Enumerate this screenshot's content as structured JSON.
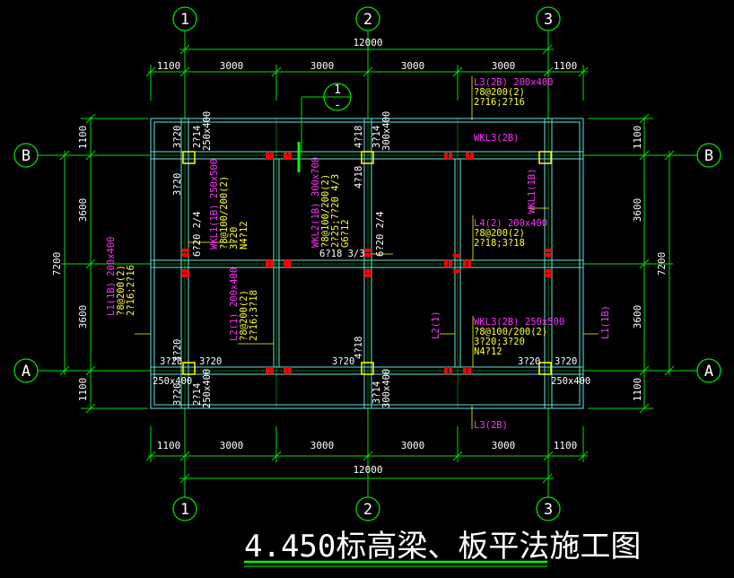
{
  "axes": {
    "top": [
      "1",
      "2",
      "3"
    ],
    "bottom": [
      "1",
      "2",
      "3"
    ],
    "left": [
      "B",
      "A"
    ],
    "right": [
      "B",
      "A"
    ]
  },
  "dims": {
    "total_horizontal": "12000",
    "horizontal_segments": [
      "1100",
      "3000",
      "3000",
      "3000",
      "3000",
      "1100"
    ],
    "total_vertical": "7200",
    "vertical_segments": [
      "1100",
      "3600",
      "3600",
      "1100"
    ]
  },
  "section_marker": {
    "number": "1",
    "sub": "-"
  },
  "beam_labels": {
    "l3_top": "L3(2B) 200x400",
    "l3_top_stir": "?8@200(2)",
    "l3_top_bars": "2?16;2?16",
    "wkl3_top": "WKL3(2B)",
    "wkl1_right": "WKL1(1B)",
    "l4": "L4(2) 200x400",
    "l4_stir": "?8@200(2)",
    "l4_bars": "2?18;3?18",
    "wkl3_mid": "WKL3(2B) 250x500",
    "wkl3_mid_stir": "?8@100/200(2)",
    "wkl3_mid_bars": "3?20;3?20",
    "wkl3_mid_n": "N4?12",
    "l2_right": "L2(1)",
    "l1_right": "L1(1B)",
    "l3_bottom": "L3(2B)",
    "l1_left": "L1(1B) 200x400",
    "l1_left_stir": "?8@200(2)",
    "l1_left_bars": "2?16;2?16",
    "l2_left": "L2(1) 200x400",
    "l2_left_stir": "?8@200(2)",
    "l2_left_bars": "2?16;3?18",
    "wkl1_left": "WKL1(1B) 250x500",
    "wkl1_left_stir": "?8@100/200(2)",
    "wkl1_left_bars": "3?20",
    "wkl1_left_n": "N4?12",
    "wkl2": "WKL2(1B) 300x700",
    "wkl2_stir": "?8@100/200(2)",
    "wkl2_bars": "2?25;7?20 4/3",
    "wkl2_g": "G6?12"
  },
  "rebar_notes": {
    "b1_320": "3?20",
    "b1_214": "2?14",
    "b1_size": "250x400",
    "b1_down": "3?20",
    "b2_418": "4?18",
    "b2_314": "3?14",
    "b2_size": "300x400",
    "b2_down": "4?18",
    "mid_620": "6?20 2/4",
    "mid_618": "6?18 3/3",
    "mid_620b": "6?20 2/4",
    "a1_320_up": "3?20",
    "a1_320_l": "3?20",
    "a1_320_r": "3?20",
    "a1_size": "250x400",
    "a1_320_down": "3?20",
    "a1_214": "2?14",
    "a1_size2": "250x400",
    "a2_418": "4?18",
    "a2_320": "3?20",
    "a2_314": "3?14",
    "a2_size": "300x400",
    "a3_320_l": "3?20",
    "a3_320_r": "3?20",
    "a3_size": "250x400"
  },
  "title": "4.450标高梁、板平法施工图",
  "colors": {
    "grid_line": "#00e000",
    "beam_line": "#66e0e0",
    "column": "#ffff00",
    "marker": "#ff0000",
    "magenta": "#ff33ff",
    "yellow": "#ffff33"
  }
}
